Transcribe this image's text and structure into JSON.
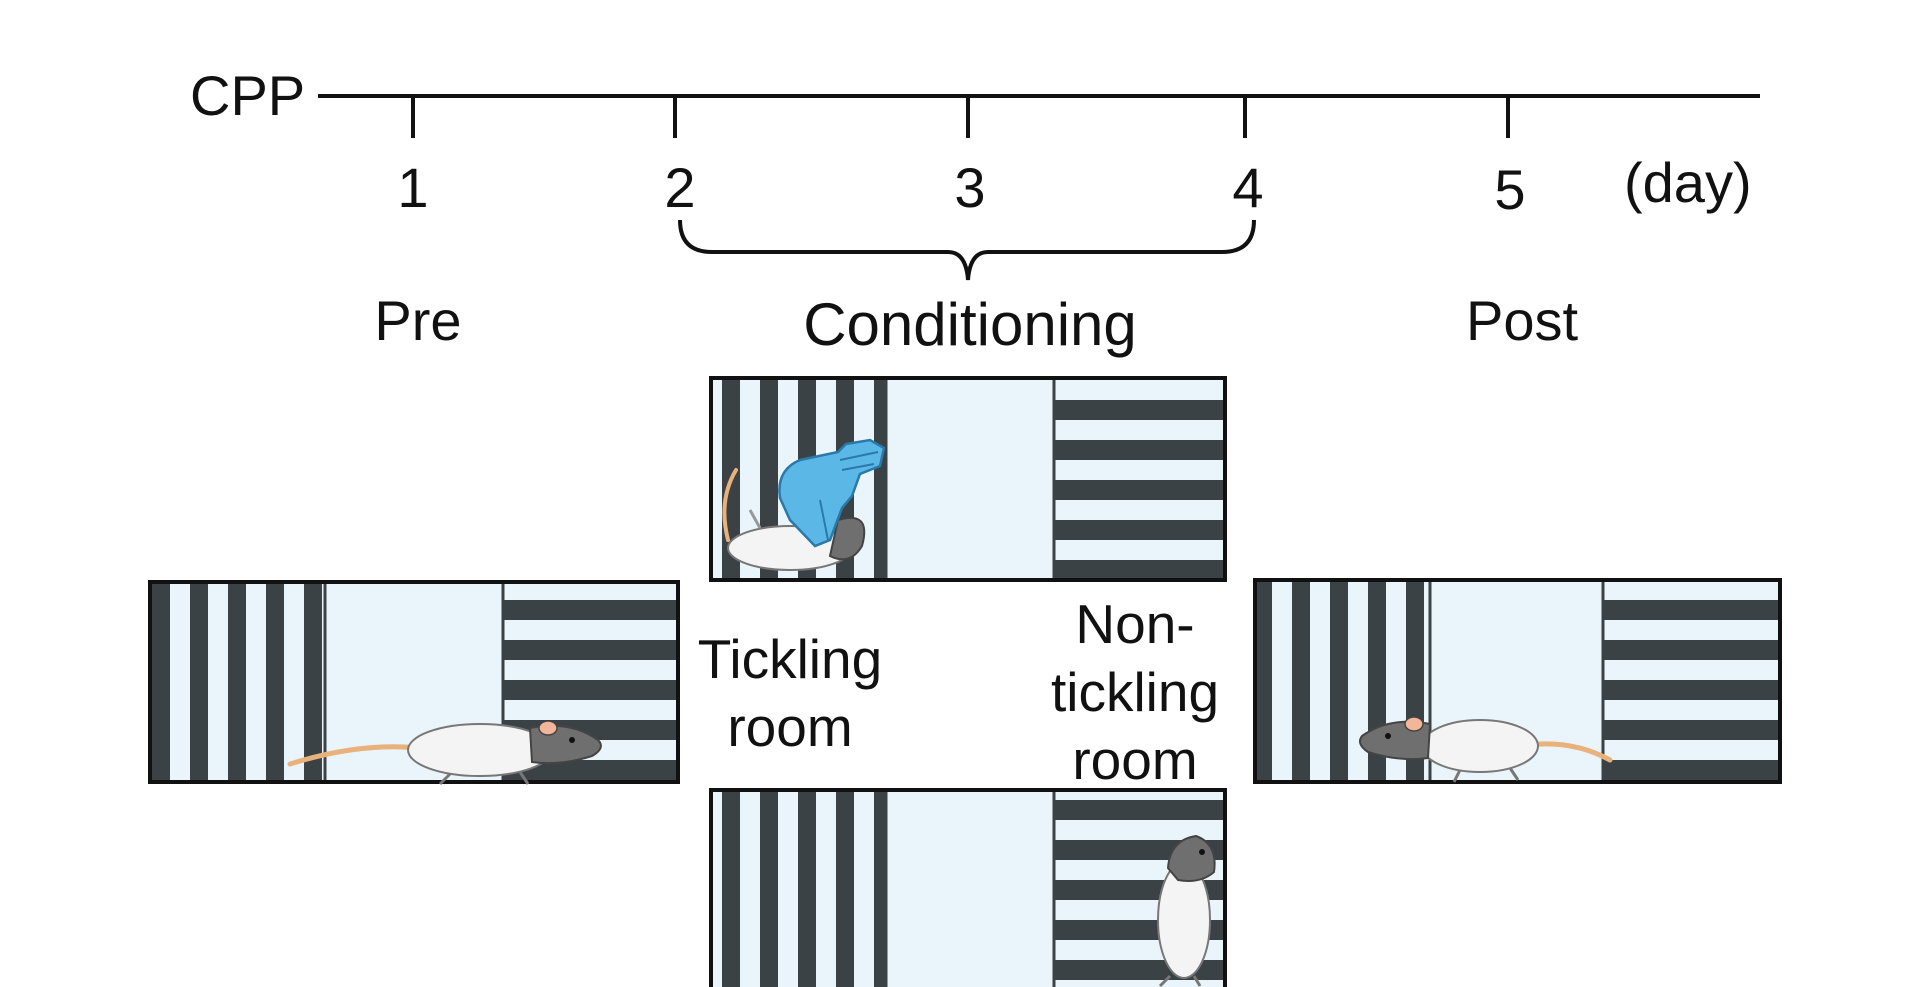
{
  "timeline": {
    "label": "CPP",
    "days": [
      "1",
      "2",
      "3",
      "4",
      "5"
    ],
    "unit": "(day)"
  },
  "phases": {
    "pre": "Pre",
    "conditioning": "Conditioning",
    "post": "Post"
  },
  "rooms": {
    "tickling": [
      "Tickling",
      "room"
    ],
    "non_tickling": [
      "Non-",
      "tickling",
      "room"
    ]
  },
  "colors": {
    "stripe_dark": "#3b4246",
    "stripe_light": "#eaf5fb",
    "middle_chamber": "#e9f4fb",
    "glove": "#5bb8e6",
    "rat_body": "#f4f4f4",
    "rat_head": "#6f6f6f",
    "rat_tail": "#e8b27a"
  },
  "icons": {
    "rat": "rat-icon",
    "glove": "glove-hand-icon"
  }
}
